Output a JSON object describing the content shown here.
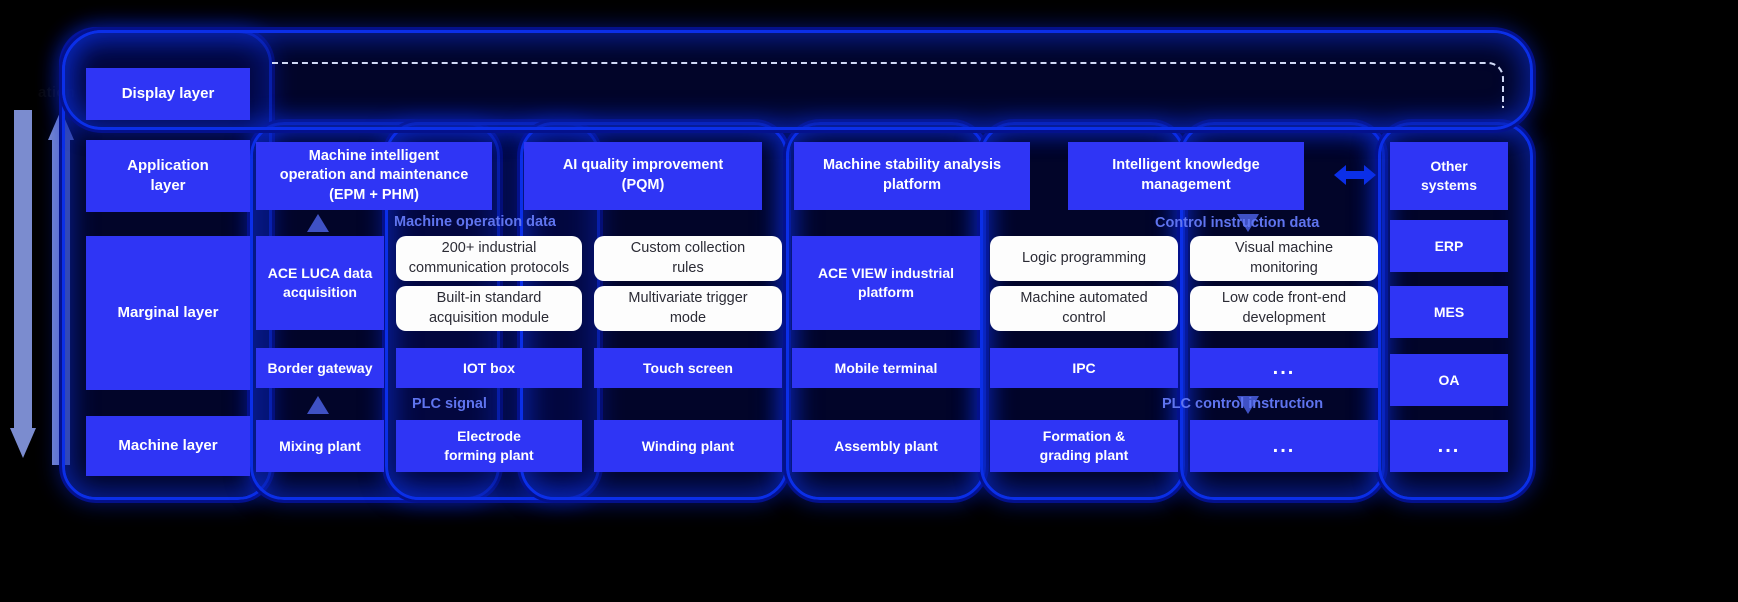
{
  "diagram": {
    "title_clipped": "ation",
    "layers": [
      {
        "id": "display",
        "label": "Display layer"
      },
      {
        "id": "application",
        "label": "Application\nlayer"
      },
      {
        "id": "marginal",
        "label": "Marginal layer"
      },
      {
        "id": "machine",
        "label": "Machine layer"
      }
    ],
    "application_layer": {
      "items": [
        "Machine intelligent\noperation and maintenance\n(EPM + PHM)",
        "AI quality improvement\n(PQM)",
        "Machine stability analysis\nplatform",
        "Intelligent knowledge\nmanagement"
      ]
    },
    "flow_labels": {
      "machine_operation_data": "Machine operation data",
      "control_instruction_data": "Control instruction data",
      "plc_signal": "PLC signal",
      "plc_control_instruction": "PLC control instruction"
    },
    "marginal_layer": {
      "left_platform": "ACE LUCA data\nacquisition",
      "left_features": [
        "200+ industrial\ncommunication protocols",
        "Custom collection\nrules",
        "Built-in standard\nacquisition module",
        "Multivariate trigger\nmode"
      ],
      "right_platform": "ACE VIEW industrial\nplatform",
      "right_features": [
        "Logic programming",
        "Visual machine\nmonitoring",
        "Machine automated\ncontrol",
        "Low code front-end\ndevelopment"
      ],
      "devices": [
        "Border gateway",
        "IOT box",
        "Touch screen",
        "Mobile terminal",
        "IPC",
        "..."
      ]
    },
    "machine_layer": {
      "items": [
        "Mixing plant",
        "Electrode\nforming plant",
        "Winding plant",
        "Assembly plant",
        "Formation &\ngrading plant",
        "..."
      ]
    },
    "external_systems": {
      "header": "Other\nsystems",
      "items": [
        "ERP",
        "MES",
        "OA",
        "..."
      ]
    },
    "colors": {
      "background": "#000000",
      "cell_blue": "#2f35f5",
      "cell_white": "#fdfdfd",
      "capsule_border": "#0b2fe8",
      "flow_label": "#5f74ef",
      "arrow_gray_blue": "#7b8ccf"
    }
  }
}
